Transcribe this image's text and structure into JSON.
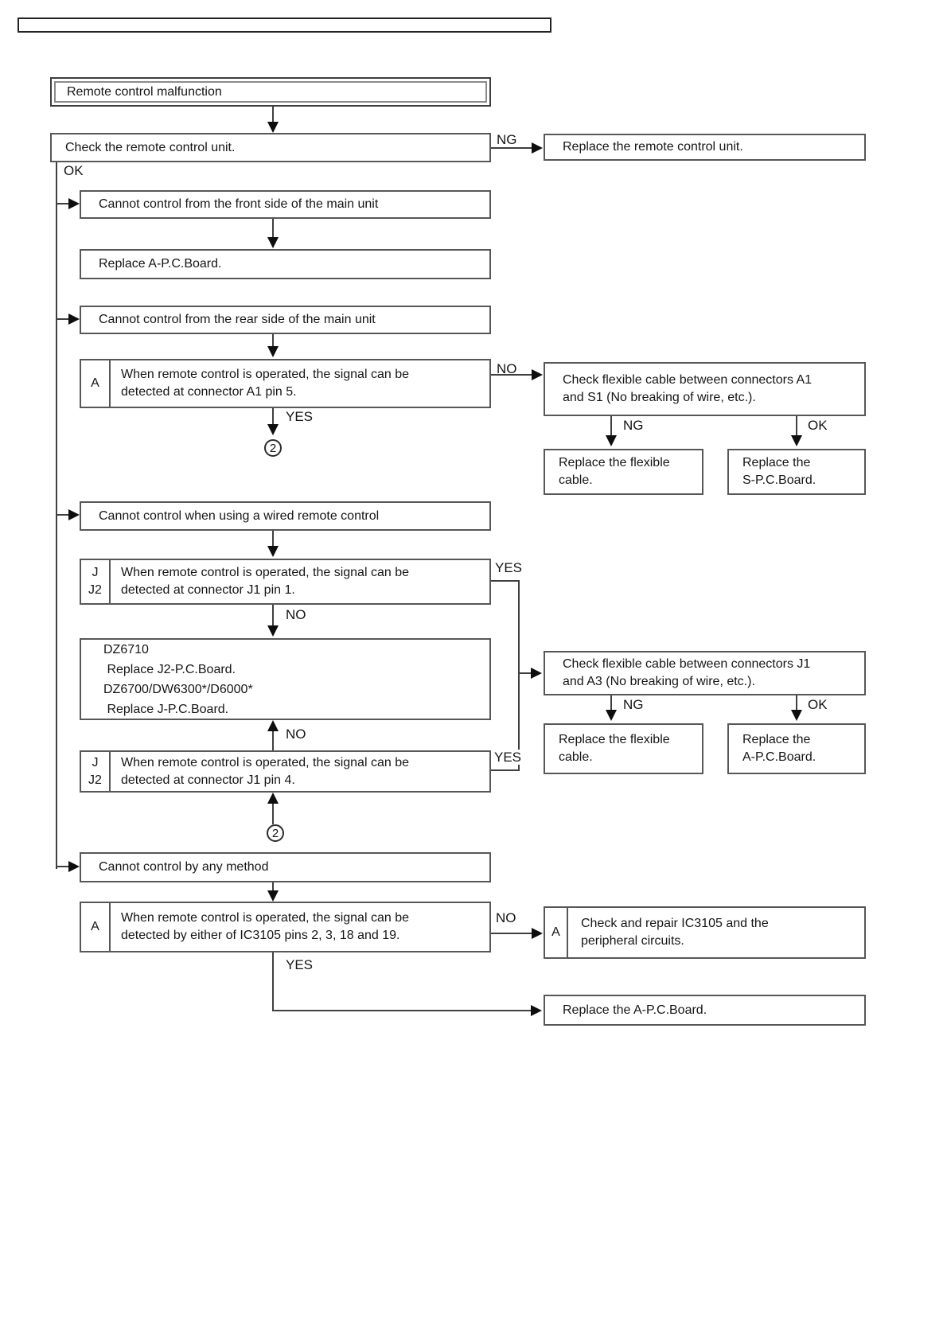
{
  "labels": {
    "ok": "OK",
    "ng": "NG",
    "yes": "YES",
    "no": "NO",
    "ref2": "2"
  },
  "nodes": {
    "start": {
      "text": "Remote control malfunction"
    },
    "check_remote": {
      "text": "Check the remote control unit."
    },
    "replace_remote": {
      "text": "Replace the remote control unit."
    },
    "front_side": {
      "text": "Cannot control from the front side of the main unit"
    },
    "replace_apc": {
      "text": "Replace A-P.C.Board."
    },
    "rear_side": {
      "text": "Cannot control from the rear side of the main unit"
    },
    "a1_pin5": {
      "tag": "A",
      "line1": "When remote control is operated, the signal can be",
      "line2": "detected at connector A1 pin 5."
    },
    "cable_a1_s1": {
      "line1": "Check flexible cable between connectors A1",
      "line2": "and S1 (No breaking of wire, etc.)."
    },
    "flex_cable_1": {
      "line1": "Replace the flexible",
      "line2": "cable."
    },
    "s_pcb": {
      "line1": "Replace the",
      "line2": "S-P.C.Board."
    },
    "wired_remote": {
      "text": "Cannot control when using a wired remote control"
    },
    "j1_pin1": {
      "tag1": "J",
      "tag2": "J2",
      "line1": "When remote control is operated, the signal can be",
      "line2": "detected at connector J1 pin 1."
    },
    "dz_replace": {
      "l1": "DZ6710",
      "l2": " Replace J2-P.C.Board.",
      "l3": "DZ6700/DW6300*/D6000*",
      "l4": " Replace J-P.C.Board."
    },
    "cable_j1_a3": {
      "line1": "Check flexible cable between connectors J1",
      "line2": "and A3 (No breaking of wire, etc.)."
    },
    "flex_cable_2": {
      "line1": "Replace the flexible",
      "line2": "cable."
    },
    "a_pcb_2": {
      "line1": "Replace the",
      "line2": "A-P.C.Board."
    },
    "j1_pin4": {
      "tag1": "J",
      "tag2": "J2",
      "line1": "When remote control is operated, the signal can be",
      "line2": "detected at connector J1 pin 4."
    },
    "any_method": {
      "text": "Cannot control by any method"
    },
    "ic3105": {
      "tag": "A",
      "line1": "When remote control is operated, the signal can be",
      "line2": "detected by either of IC3105 pins 2, 3, 18 and 19."
    },
    "repair_ic3105": {
      "tag": "A",
      "line1": "Check and repair IC3105 and the",
      "line2": "peripheral circuits."
    },
    "replace_a_pcb_final": {
      "text": "Replace the A-P.C.Board."
    }
  }
}
